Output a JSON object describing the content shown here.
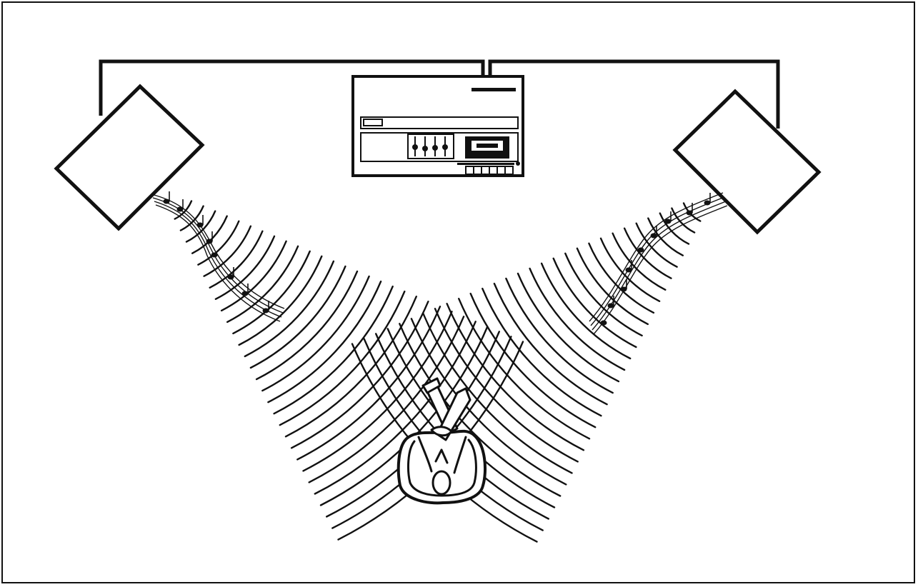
{
  "figure": {
    "type": "line-illustration",
    "colors": {
      "ink": "#111111",
      "background": "#ffffff"
    },
    "elements": {
      "left_speaker": "speaker",
      "right_speaker": "speaker",
      "stereo": "cassette-stereo-receiver",
      "listener": "seated-listener-top-view",
      "left_sound_waves": "sound-wave-arcs",
      "right_sound_waves": "sound-wave-arcs",
      "left_music_notes": "music-staff-with-notes",
      "right_music_notes": "music-staff-with-notes"
    },
    "stereo_slider_count": 4,
    "stereo_button_count": 6
  }
}
